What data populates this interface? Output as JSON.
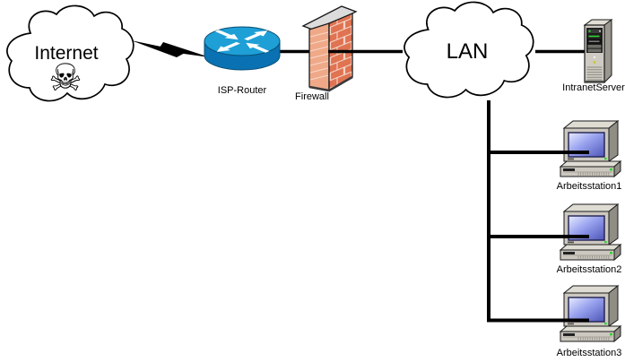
{
  "diagram_title": "Network diagram: Internet via ISP router and firewall to LAN with intranet server and workstations",
  "nodes": {
    "internet": {
      "label": "Internet",
      "type": "cloud",
      "icon": "skull-crossbones"
    },
    "router": {
      "label": "ISP-Router",
      "type": "cisco-router"
    },
    "firewall": {
      "label": "Firewall",
      "type": "brick-wall"
    },
    "lan": {
      "label": "LAN",
      "type": "cloud"
    },
    "server": {
      "label": "IntranetServer",
      "type": "server-tower"
    },
    "workstation1": {
      "label": "Arbeitsstation1",
      "type": "workstation"
    },
    "workstation2": {
      "label": "Arbeitsstation2",
      "type": "workstation"
    },
    "workstation3": {
      "label": "Arbeitsstation3",
      "type": "workstation"
    }
  },
  "icons": {
    "skull_glyph": "☠"
  },
  "edges": [
    {
      "from": "internet",
      "to": "router",
      "style": "lightning-link"
    },
    {
      "from": "router",
      "to": "firewall",
      "style": "solid"
    },
    {
      "from": "firewall",
      "to": "lan",
      "style": "solid"
    },
    {
      "from": "lan",
      "to": "server",
      "style": "solid"
    },
    {
      "from": "lan",
      "to": "workstation1",
      "style": "solid"
    },
    {
      "from": "lan",
      "to": "workstation2",
      "style": "solid"
    },
    {
      "from": "lan",
      "to": "workstation3",
      "style": "solid"
    }
  ],
  "colors": {
    "line": "#000000",
    "router_top": "#1E9FD6",
    "router_body": "#0A72B2",
    "brick": "#DF7352",
    "brick_mortar": "#F6D8CA",
    "brick_side": "#F0A988",
    "wall_cap": "#DCDCDC",
    "chassis": "#CCC8C0",
    "chassis_shadow": "#908D85",
    "screen_light": "#E8EDFF",
    "screen_dark": "#4D55B8",
    "led_green": "#2FD32F"
  }
}
